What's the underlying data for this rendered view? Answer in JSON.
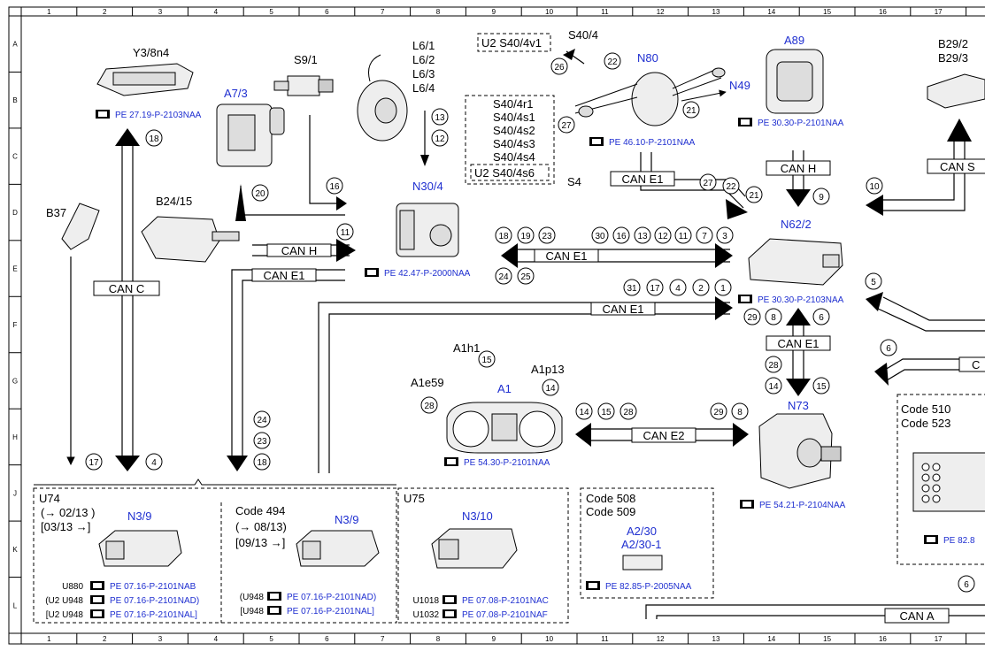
{
  "grid": {
    "columns": [
      "1",
      "2",
      "3",
      "4",
      "5",
      "6",
      "7",
      "8",
      "9",
      "10",
      "11",
      "12",
      "13",
      "14",
      "15",
      "16",
      "17",
      "1"
    ],
    "rows": [
      "A",
      "B",
      "C",
      "D",
      "E",
      "F",
      "G",
      "H",
      "J",
      "K",
      "L"
    ]
  },
  "components": {
    "y3_8n4": {
      "label": "Y3/8n4",
      "ref": "PE 27.19-P-2103NAA"
    },
    "s9_1": {
      "label": "S9/1"
    },
    "a7_3": {
      "label": "A7/3"
    },
    "l6": {
      "labels": [
        "L6/1",
        "L6/2",
        "L6/3",
        "L6/4"
      ]
    },
    "n30_4": {
      "label": "N30/4",
      "ref": "PE 42.47-P-2000NAA"
    },
    "b24_15": {
      "label": "B24/15"
    },
    "b37": {
      "label": "B37"
    },
    "u2_s40_4v1": {
      "label": "U2 S40/4v1"
    },
    "s40_4": {
      "label": "S40/4"
    },
    "n80": {
      "label": "N80",
      "ref": "PE 46.10-P-2101NAA"
    },
    "n49": {
      "label": "N49"
    },
    "s40_group": {
      "labels": [
        "S40/4r1",
        "S40/4s1",
        "S40/4s2",
        "S40/4s3",
        "S40/4s4"
      ],
      "sub": "U2 S40/4s6"
    },
    "s4": {
      "label": "S4"
    },
    "a89": {
      "label": "A89",
      "ref": "PE 30.30-P-2101NAA"
    },
    "b29": {
      "labels": [
        "B29/2",
        "B29/3"
      ]
    },
    "n62_2": {
      "label": "N62/2",
      "ref": "PE 30.30-P-2103NAA"
    },
    "n73": {
      "label": "N73",
      "ref": "PE 54.21-P-2104NAA"
    },
    "a1": {
      "label": "A1",
      "ref": "PE 54.30-P-2101NAA",
      "a1h1": "A1h1",
      "a1e59": "A1e59",
      "a1p13": "A1p13"
    },
    "code510": {
      "labels": [
        "Code 510",
        "Code 523"
      ],
      "ref": "PE 82.8"
    },
    "code508": {
      "labels": [
        "Code 508",
        "Code 509"
      ],
      "devices": [
        "A2/30",
        "A2/30-1"
      ],
      "ref": "PE 82.85-P-2005NAA"
    }
  },
  "bottom_boxes": {
    "u74": {
      "title": "U74",
      "date1": "(→ 02/13 )",
      "date2": "[03/13 →]",
      "device": "N3/9",
      "rows": [
        {
          "code": "U880",
          "ref": "PE 07.16-P-2101NAB"
        },
        {
          "code": "(U2  U948",
          "ref": "PE 07.16-P-2101NAD)"
        },
        {
          "code": "[U2  U948",
          "ref": "PE 07.16-P-2101NAL]"
        }
      ]
    },
    "code494": {
      "title": "Code 494",
      "date1": "(→ 08/13)",
      "date2": "[09/13  →]",
      "device": "N3/9",
      "rows": [
        {
          "code": "(U948",
          "ref": "PE 07.16-P-2101NAD)"
        },
        {
          "code": "[U948",
          "ref": "PE 07.16-P-2101NAL]"
        }
      ]
    },
    "u75": {
      "title": "U75",
      "device": "N3/10",
      "rows": [
        {
          "code": "U1018",
          "ref": "PE 07.08-P-2101NAC"
        },
        {
          "code": "U1032",
          "ref": "PE 07.08-P-2101NAF"
        }
      ]
    }
  },
  "buses": {
    "can_c": "CAN C",
    "can_h_1": "CAN H",
    "can_e1_1": "CAN E1",
    "can_e1_2": "CAN E1",
    "can_e1_3": "CAN E1",
    "can_e1_4": "CAN E1",
    "can_h_2": "CAN H",
    "can_e1_5": "CAN E1",
    "can_s": "CAN S",
    "can_e2": "CAN E2",
    "can_a": "CAN A",
    "c_partial": "C"
  },
  "signals": {
    "s18a": "18",
    "s20": "20",
    "s16a": "16",
    "s11a": "11",
    "s13a": "13",
    "s12a": "12",
    "s26": "26",
    "s22a": "22",
    "s27a": "27",
    "s21a": "21",
    "s27b": "27",
    "s22b": "22",
    "s21b": "21",
    "s9": "9",
    "s10": "10",
    "s18b": "18",
    "s19": "19",
    "s23a": "23",
    "s24a": "24",
    "s25": "25",
    "s30": "30",
    "s16b": "16",
    "s13b": "13",
    "s12b": "12",
    "s11b": "11",
    "s7": "7",
    "s3": "3",
    "s31": "31",
    "s17a": "17",
    "s4a": "4",
    "s2": "2",
    "s1": "1",
    "s29a": "29",
    "s8a": "8",
    "s6a": "6",
    "s5": "5",
    "s6b": "6",
    "s28a": "28",
    "s14a": "14",
    "s15a": "15",
    "s15b": "15",
    "s14b": "14",
    "s28b": "28",
    "s14c": "14",
    "s15c": "15",
    "s28c": "28",
    "s29b": "29",
    "s8b": "8",
    "s24b": "24",
    "s23b": "23",
    "s18c": "18",
    "s17b": "17",
    "s4b": "4",
    "s6c": "6"
  }
}
